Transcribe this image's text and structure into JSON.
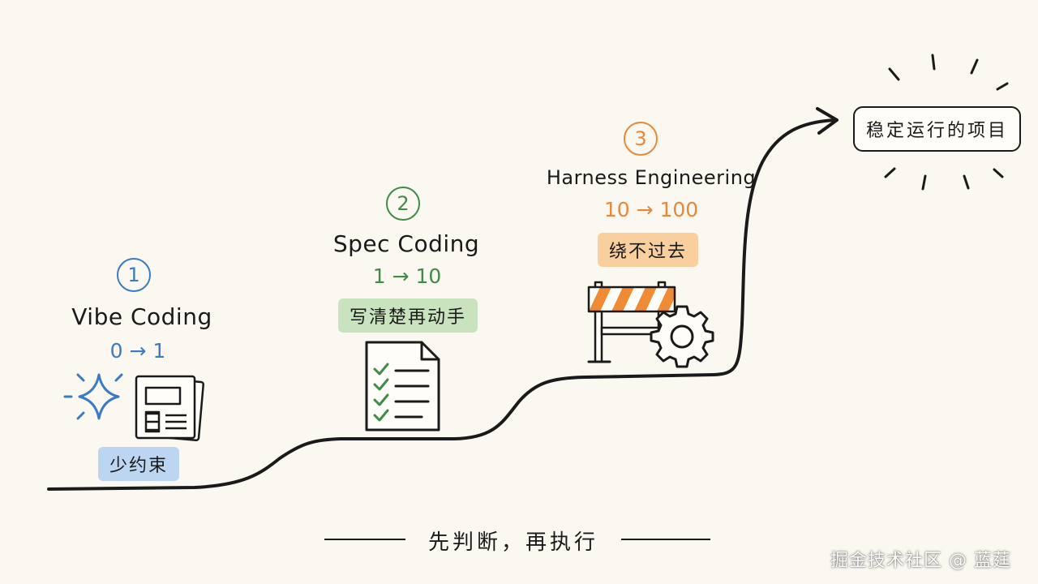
{
  "steps": [
    {
      "number": "1",
      "title": "Vibe Coding",
      "range": "0 → 1",
      "tag": "少约束",
      "accent": "#3b7bc2",
      "tag_bg": "#bcd6f2",
      "icon": "sparkle-and-sketch-pages-icon"
    },
    {
      "number": "2",
      "title": "Spec Coding",
      "range": "1 → 10",
      "tag": "写清楚再动手",
      "accent": "#3f8c47",
      "tag_bg": "#c9e3bf",
      "icon": "checklist-document-icon"
    },
    {
      "number": "3",
      "title": "Harness Engineering",
      "range": "10 → 100",
      "tag": "绕不过去",
      "accent": "#e8893a",
      "tag_bg": "#f8cf9d",
      "icon": "barrier-and-gear-icon"
    }
  ],
  "goal": {
    "label": "稳定运行的项目",
    "icon": "radiating-lines-icon"
  },
  "motto": "先判断，再执行",
  "watermark": "掘金技术社区 @ 蓝莛",
  "colors": {
    "background": "#fbf8f1",
    "ink": "#1a1a1a"
  }
}
